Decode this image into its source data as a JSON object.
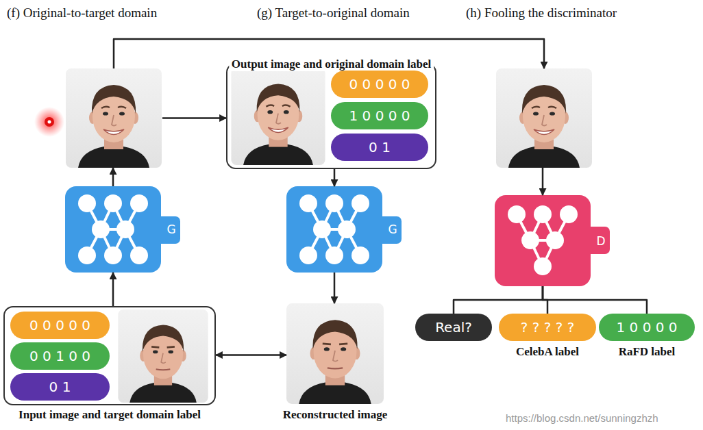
{
  "diagram": {
    "nodes": [
      {
        "text": []
      },
      {
        "text": [
          "Output image and original domain label"
        ]
      },
      {
        "text": [
          "0 0 0 0 0"
        ],
        "in": 1
      },
      {
        "text": [
          "1 0 0 0 0"
        ],
        "in": 1
      },
      {
        "text": [
          "0 1"
        ],
        "in": 1
      },
      {
        "text": []
      },
      {
        "text": [
          "G"
        ]
      },
      {
        "text": [
          "G"
        ]
      },
      {
        "text": [
          "D"
        ]
      },
      {
        "text": [
          "Input image and target domain label"
        ]
      },
      {
        "text": [
          "0 0 0 0 0"
        ],
        "in": 9
      },
      {
        "text": [
          "0 0 1 0 0"
        ],
        "in": 9
      },
      {
        "text": [
          "0 1"
        ],
        "in": 9
      },
      {
        "text": [
          "Reconstructed image"
        ]
      },
      {
        "text": [
          "Real?"
        ]
      },
      {
        "text": [
          "? ? ? ? ?",
          "CelebA label"
        ]
      },
      {
        "text": [
          "1 0 0 0 0",
          "RaFD label"
        ]
      }
    ],
    "edges": [
      {
        "from": 9,
        "to": 6,
        "arrow": "to"
      },
      {
        "from": 6,
        "to": 0,
        "arrow": "to"
      },
      {
        "from": 0,
        "to": 1,
        "arrow": "to"
      },
      {
        "from": 1,
        "to": 7,
        "arrow": "to"
      },
      {
        "from": 7,
        "to": 13,
        "arrow": "to"
      },
      {
        "from": 13,
        "to": 9,
        "arrow": "both"
      },
      {
        "from": 0,
        "to": 5,
        "arrow": "to"
      },
      {
        "from": 5,
        "to": 8,
        "arrow": "to"
      },
      {
        "from": 8,
        "to": 14,
        "arrow": "none"
      },
      {
        "from": 8,
        "to": 15,
        "arrow": "none"
      },
      {
        "from": 8,
        "to": 16,
        "arrow": "none"
      }
    ],
    "labels": [
      "(f) Original-to-target domain",
      "(g) Target-to-original domain",
      "(h) Fooling the discriminator",
      "https://blog.csdn.net/sunningzhzh"
    ]
  }
}
